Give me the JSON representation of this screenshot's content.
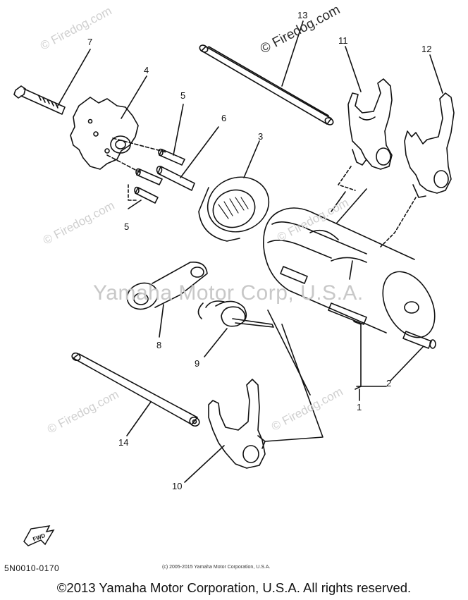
{
  "watermarks": {
    "site": "© Firedog.com",
    "center": "Yamaha Motor Corp, U.S.A."
  },
  "callouts": {
    "c1": "1",
    "c2": "2",
    "c3": "3",
    "c4": "4",
    "c5a": "5",
    "c5b": "5",
    "c6": "6",
    "c7": "7",
    "c8": "8",
    "c9": "9",
    "c10": "10",
    "c11": "11",
    "c12": "12",
    "c13": "13",
    "c14": "14"
  },
  "fwd_label": "FWD",
  "diagram_code": "5N0010-0170",
  "small_copyright": "(c) 2005-2015 Yamaha Motor Corporation, U.S.A.",
  "footer_copyright": "©2013 Yamaha Motor Corporation, U.S.A. All rights reserved."
}
